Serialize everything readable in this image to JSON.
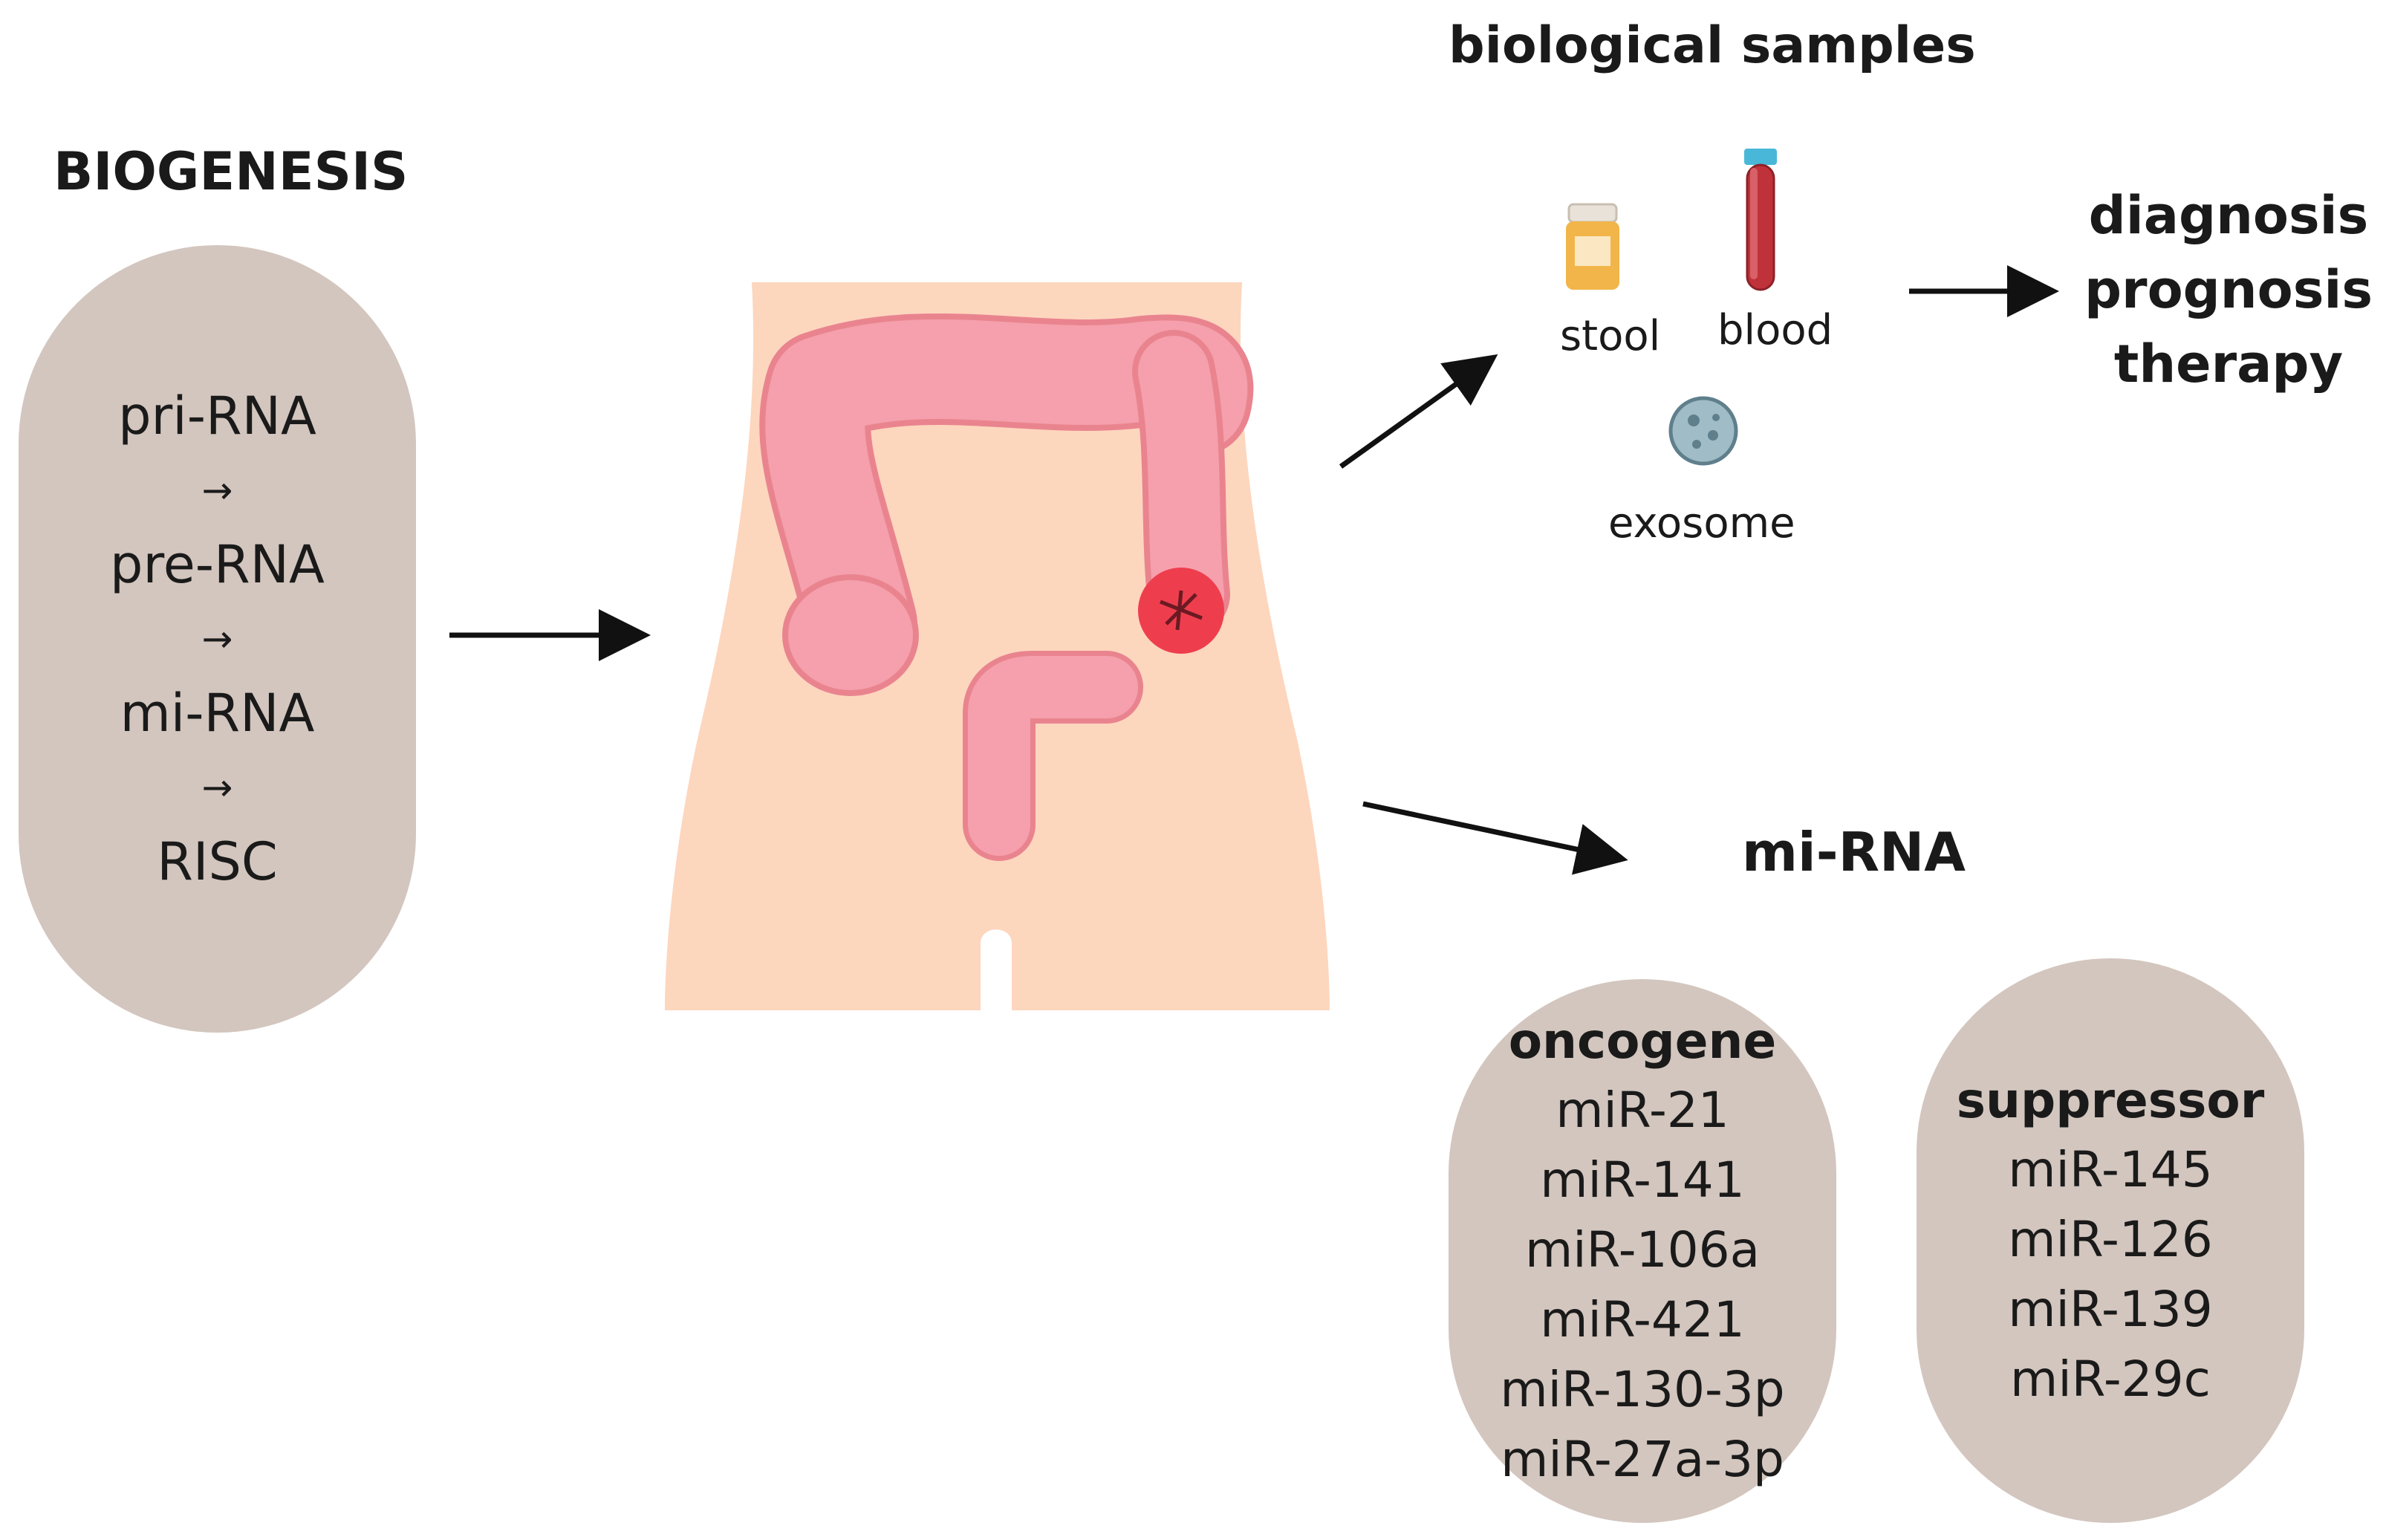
{
  "biogenesis": {
    "title": "BIOGENESIS",
    "steps": [
      "pri-RNA",
      "pre-RNA",
      "mi-RNA",
      "RISC"
    ],
    "arrow_glyph": "→"
  },
  "samples": {
    "title": "biological samples",
    "stool": "stool",
    "blood": "blood",
    "exosome": "exosome"
  },
  "outcomes": [
    "diagnosis",
    "prognosis",
    "therapy"
  ],
  "mirna": {
    "title": "mi-RNA",
    "oncogene": {
      "heading": "oncogene",
      "items": [
        "miR-21",
        "miR-141",
        "miR-106a",
        "miR-421",
        "miR-130-3p",
        "miR-27a-3p"
      ]
    },
    "suppressor": {
      "heading": "suppressor",
      "items": [
        "miR-145",
        "miR-126",
        "miR-139",
        "miR-29c"
      ]
    }
  },
  "colors": {
    "pill": "#d3c6be",
    "body": "#fdd6be",
    "colon": "#f5a0ac",
    "colon_outline": "#e9848f",
    "tumor": "#ee3e4e",
    "blood": "#c0323a",
    "tube_cap": "#49b8d8",
    "stool_jar": "#f2b54a",
    "exosome": "#9fbcc7"
  }
}
